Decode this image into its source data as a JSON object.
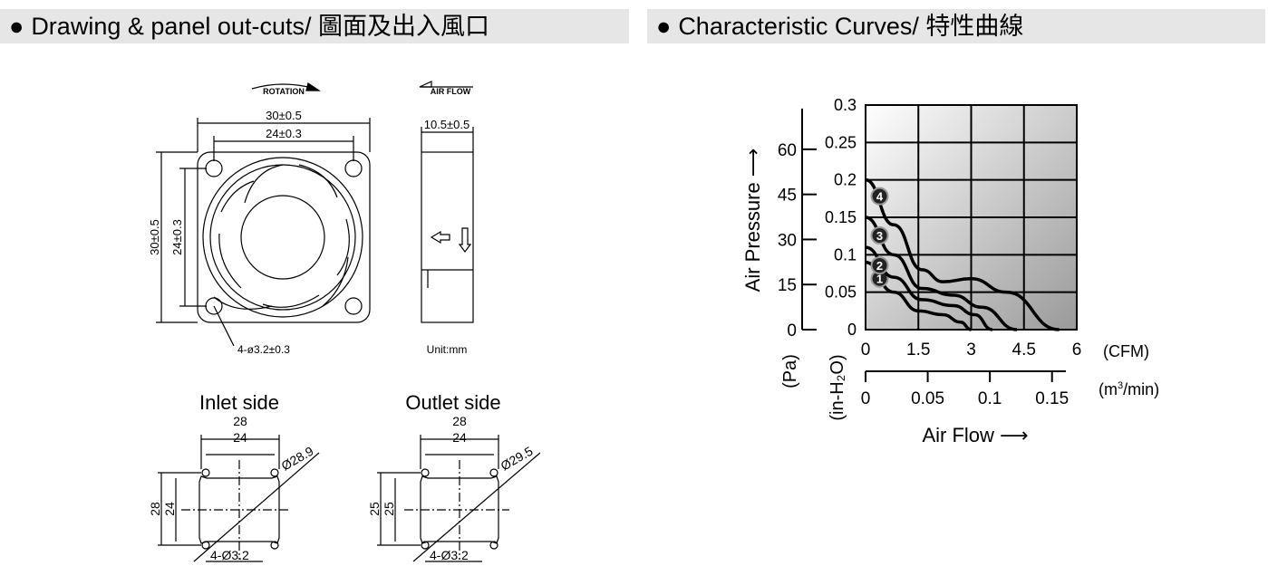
{
  "header_left": {
    "bullet": "●",
    "text": "Drawing & panel out-cuts/ 圖面及出入風口"
  },
  "header_right": {
    "bullet": "●",
    "text": "Characteristic Curves/ 特性曲線"
  },
  "drawing": {
    "rotation_label": "ROTATION",
    "airflow_label": "AIR FLOW",
    "front_width_outer": "30±0.5",
    "front_width_inner": "24±0.3",
    "front_height_outer": "30±0.5",
    "front_height_inner": "24±0.3",
    "side_depth": "10.5±0.5",
    "hole_note": "4-ø3.2±0.3",
    "unit": "Unit:mm",
    "inlet": {
      "title": "Inlet side",
      "w_outer": "28",
      "w_inner": "24",
      "h_outer": "28",
      "h_inner": "24",
      "diameter": "Ø28.9",
      "holes": "4-Ø3.2"
    },
    "outlet": {
      "title": "Outlet side",
      "w_outer": "28",
      "w_inner": "24",
      "h_outer": "25",
      "h_inner": "25",
      "diameter": "Ø29.5",
      "holes": "4-Ø3.2"
    }
  },
  "chart_data": {
    "type": "line",
    "xlabel": "Air Flow ⟶",
    "ylabel": "Air Pressure ⟶",
    "x_cfm_ticks": [
      "0",
      "1.5",
      "3",
      "4.5",
      "6"
    ],
    "x_cfm_unit": "(CFM)",
    "x_m3_ticks": [
      "0",
      "0.05",
      "0.1",
      "0.15"
    ],
    "x_m3_unit_main": "(m",
    "x_m3_unit_sup": "3",
    "x_m3_unit_tail": "/min)",
    "y_inh2o_ticks": [
      "0",
      "0.05",
      "0.1",
      "0.15",
      "0.2",
      "0.25",
      "0.3"
    ],
    "y_inh2o_unit": "(in-H₂O)",
    "y_pa_ticks": [
      "0",
      "15",
      "30",
      "45",
      "60"
    ],
    "y_pa_unit": "(Pa)",
    "xlim": [
      0,
      6
    ],
    "ylim": [
      0,
      0.3
    ],
    "grid": true,
    "series": [
      {
        "label": "1",
        "points": [
          [
            0,
            0.09
          ],
          [
            0.8,
            0.05
          ],
          [
            1.5,
            0.025
          ],
          [
            2.2,
            0.02
          ],
          [
            2.7,
            0.01
          ],
          [
            3.0,
            0
          ]
        ]
      },
      {
        "label": "2",
        "points": [
          [
            0,
            0.11
          ],
          [
            0.8,
            0.07
          ],
          [
            1.6,
            0.04
          ],
          [
            2.5,
            0.032
          ],
          [
            3.1,
            0.02
          ],
          [
            3.6,
            0
          ]
        ]
      },
      {
        "label": "3",
        "points": [
          [
            0,
            0.15
          ],
          [
            0.8,
            0.1
          ],
          [
            1.6,
            0.055
          ],
          [
            2.5,
            0.046
          ],
          [
            3.3,
            0.03
          ],
          [
            4.3,
            0
          ]
        ]
      },
      {
        "label": "4",
        "points": [
          [
            0,
            0.2
          ],
          [
            0.8,
            0.14
          ],
          [
            1.6,
            0.08
          ],
          [
            2.2,
            0.064
          ],
          [
            3.0,
            0.068
          ],
          [
            4.0,
            0.05
          ],
          [
            5.5,
            0
          ]
        ]
      }
    ]
  }
}
